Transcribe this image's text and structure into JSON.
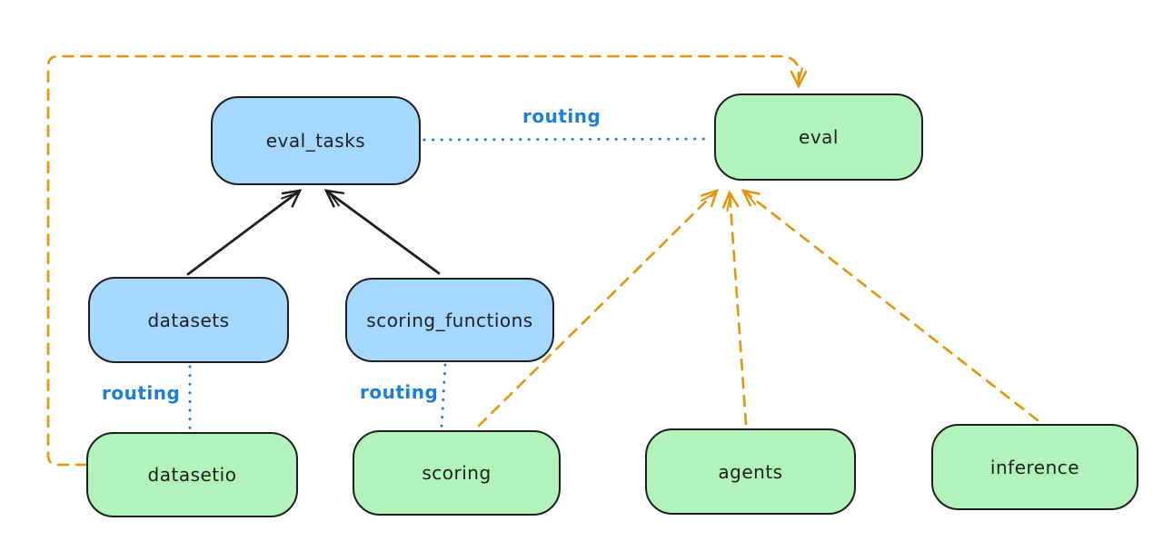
{
  "diagram": {
    "title": "",
    "nodes": {
      "eval_tasks": {
        "label": "eval_tasks",
        "fill": "#a5d8ff",
        "kind": "resource"
      },
      "eval": {
        "label": "eval",
        "fill": "#b2f2bb",
        "kind": "api"
      },
      "datasets": {
        "label": "datasets",
        "fill": "#a5d8ff",
        "kind": "resource"
      },
      "scoring_functions": {
        "label": "scoring_functions",
        "fill": "#a5d8ff",
        "kind": "resource"
      },
      "datasetio": {
        "label": "datasetio",
        "fill": "#b2f2bb",
        "kind": "api"
      },
      "scoring": {
        "label": "scoring",
        "fill": "#b2f2bb",
        "kind": "api"
      },
      "agents": {
        "label": "agents",
        "fill": "#b2f2bb",
        "kind": "api"
      },
      "inference": {
        "label": "inference",
        "fill": "#b2f2bb",
        "kind": "api"
      }
    },
    "edges": [
      {
        "from": "datasets",
        "to": "eval_tasks",
        "style": "solid",
        "color": "#1e1e1e",
        "arrow": true,
        "label": ""
      },
      {
        "from": "scoring_functions",
        "to": "eval_tasks",
        "style": "solid",
        "color": "#1e1e1e",
        "arrow": true,
        "label": ""
      },
      {
        "from": "eval_tasks",
        "to": "eval",
        "style": "dotted",
        "color": "#1c7ed6",
        "arrow": false,
        "label": "routing"
      },
      {
        "from": "datasets",
        "to": "datasetio",
        "style": "dotted",
        "color": "#1c7ed6",
        "arrow": false,
        "label": "routing"
      },
      {
        "from": "scoring_functions",
        "to": "scoring",
        "style": "dotted",
        "color": "#1c7ed6",
        "arrow": false,
        "label": "routing"
      },
      {
        "from": "datasetio",
        "to": "eval",
        "style": "dashed",
        "color": "#e8930c",
        "arrow": true,
        "label": "",
        "route": "left-top-loop"
      },
      {
        "from": "scoring",
        "to": "eval",
        "style": "dashed",
        "color": "#e8930c",
        "arrow": true,
        "label": ""
      },
      {
        "from": "agents",
        "to": "eval",
        "style": "dashed",
        "color": "#e8930c",
        "arrow": true,
        "label": ""
      },
      {
        "from": "inference",
        "to": "eval",
        "style": "dashed",
        "color": "#e8930c",
        "arrow": true,
        "label": ""
      }
    ],
    "colors": {
      "background": "#ffffff",
      "node_border": "#1e1e1e",
      "node_text": "#1e1e1e",
      "blue_fill": "#a5d8ff",
      "green_fill": "#b2f2bb",
      "routing_blue": "#1c7ed6",
      "dashed_orange": "#e8930c",
      "solid_black": "#1e1e1e"
    }
  }
}
